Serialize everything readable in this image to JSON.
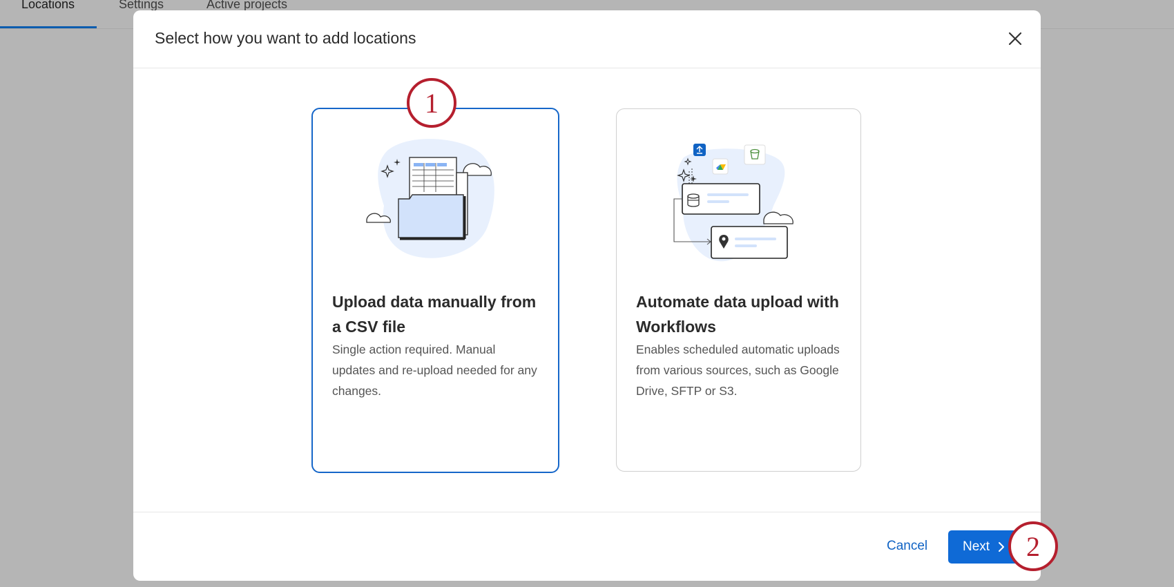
{
  "background": {
    "tabs": [
      "Locations",
      "Settings",
      "Active projects"
    ]
  },
  "modal": {
    "title": "Select how you want to add locations",
    "close_icon": "close-icon",
    "options": [
      {
        "title": "Upload data manually from a CSV file",
        "description": "Single action required. Manual updates and re-upload needed for any changes.",
        "selected": true,
        "illustration": "csv-folder-illustration"
      },
      {
        "title": "Automate data upload with Workflows",
        "description": "Enables scheduled automatic uploads from various sources, such as Google Drive, SFTP or S3.",
        "selected": false,
        "illustration": "workflow-automation-illustration"
      }
    ],
    "footer": {
      "cancel_label": "Cancel",
      "next_label": "Next"
    }
  },
  "callouts": [
    "1",
    "2"
  ],
  "colors": {
    "accent": "#0f6ad6",
    "selected_border": "#1566c9",
    "callout": "#b51f2e"
  }
}
